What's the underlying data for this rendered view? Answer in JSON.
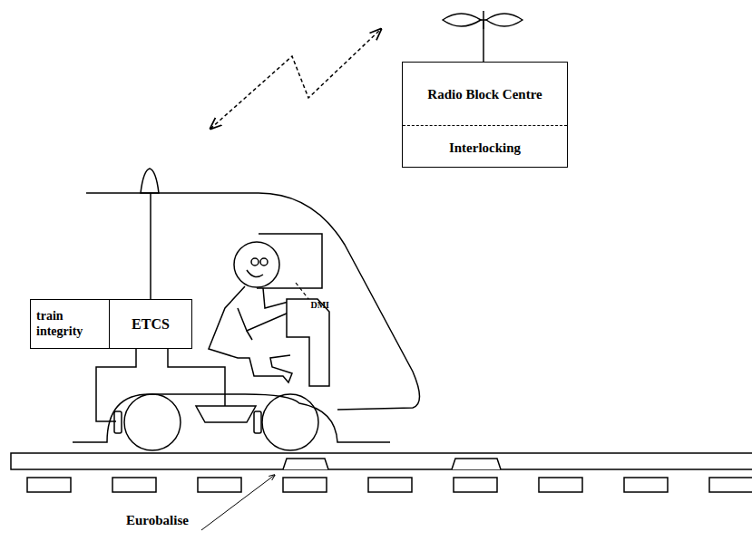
{
  "diagram": {
    "nodes": [
      {
        "text": [
          "Radio Block Centre",
          "Interlocking"
        ]
      },
      {
        "text": [
          "train integrity"
        ]
      },
      {
        "text": [
          "ETCS"
        ]
      },
      {
        "text": [
          "DMI"
        ]
      }
    ],
    "labels": [
      "Eurobalise"
    ]
  }
}
